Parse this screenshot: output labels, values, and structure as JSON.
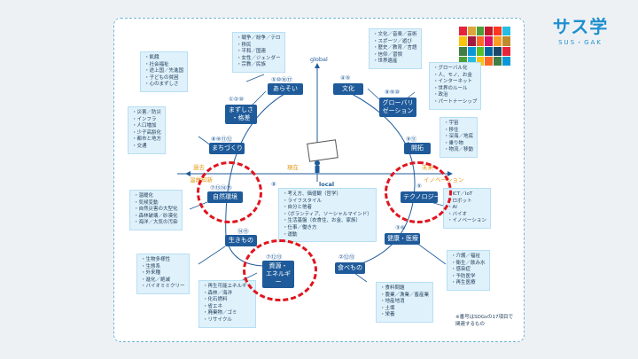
{
  "logo": {
    "main": "サス学",
    "sub": "SUS・GAK"
  },
  "sdg_colors": [
    "#e5243b",
    "#dda63a",
    "#4c9f38",
    "#c5192d",
    "#ff3a21",
    "#26bde2",
    "#fcc30b",
    "#a21942",
    "#fd6925",
    "#dd1367",
    "#fd9d24",
    "#bf8b2e",
    "#3f7e44",
    "#0a97d9",
    "#56c02b",
    "#00689d",
    "#19486a",
    "#e5243b",
    "#4c9f38",
    "#26bde2",
    "#fcc30b",
    "#fd6925",
    "#3f7e44",
    "#0a97d9"
  ],
  "axis": {
    "global": "global",
    "local": "local",
    "past": "過去",
    "present": "現在",
    "future": "未来",
    "knowledge": "温故知新",
    "innovation": "イノベーション"
  },
  "nodes": {
    "arasoi": {
      "label": "あらそい",
      "nums": "⑤⑩⑯⑰"
    },
    "bunka": {
      "label": "文化",
      "nums": "④⑤"
    },
    "mazushisa": {
      "label": "まずしさ\n・格差",
      "nums": "①②⑩"
    },
    "global": {
      "label": "グローバリ\nゼーション",
      "nums": "⑧⑨⑩"
    },
    "machi": {
      "label": "まちづくり",
      "nums": "⑧⑨⑪⑫"
    },
    "kaitaku": {
      "label": "開拓",
      "nums": "⑨⑪"
    },
    "shizen": {
      "label": "自然環境",
      "nums": "⑦⑬⑭⑮"
    },
    "tech": {
      "label": "テクノロジー",
      "nums": "⑨"
    },
    "ikimono": {
      "label": "生きもの",
      "nums": "⑭⑮"
    },
    "kenko": {
      "label": "健康・医療",
      "nums": "③⑥"
    },
    "shigen": {
      "label": "資源・\nエネルギー",
      "nums": "⑦⑫⑬"
    },
    "tabemono": {
      "label": "食べもの",
      "nums": "②⑫⑬"
    },
    "center": {
      "nums": "⑧"
    }
  },
  "boxes": {
    "war": [
      "戦争／紛争／テロ",
      "移民",
      "平和／国連",
      "女性／ジェンダー",
      "宗教／民族"
    ],
    "culture": [
      "文化／音楽／芸術",
      "スポーツ／遊び",
      "歴史／教育／言語",
      "信仰／習慣",
      "世界遺産"
    ],
    "poverty": [
      "飢餓",
      "社会福祉",
      "途上国／先進国",
      "子どもの貧困",
      "心のまずしさ"
    ],
    "globalization": [
      "グローバル化",
      "人、モノ、お金",
      "インターネット",
      "世界のルール",
      "政治",
      "パートナーシップ"
    ],
    "town": [
      "災害／防災",
      "インフラ",
      "人口増加",
      "少子高齢化",
      "都市と地方",
      "交通"
    ],
    "frontier": [
      "宇宙",
      "移住",
      "深海／地底",
      "乗り物",
      "物流／移動"
    ],
    "nature": [
      "温暖化",
      "気候変動",
      "自然災害の大型化",
      "森林破壊／砂漠化",
      "海洋／大気の汚染"
    ],
    "tech": [
      "ICT／IoT",
      "ロボット",
      "AI",
      "バイオ",
      "イノベーション"
    ],
    "center": [
      "考え方、価値観（哲学）",
      "ライフスタイル",
      "自分と他者",
      "（ボランティア、ソーシャルマインド）",
      "生活基盤（衣食住、お金、家族）",
      "仕事／働き方",
      "運動"
    ],
    "life": [
      "生物多様性",
      "生態系",
      "外来種",
      "進化／絶滅",
      "バイオミミクリー"
    ],
    "health": [
      "介護／福祉",
      "衛生／飲み水",
      "感染症",
      "予防医学",
      "再生医療"
    ],
    "energy": [
      "再生可能エネルギー",
      "森林／海洋",
      "化石燃料",
      "省エネ",
      "廃棄物／ゴミ",
      "リサイクル"
    ],
    "food": [
      "食料問題",
      "農業／漁業／畜産業",
      "地産地消",
      "土壌",
      "栄養"
    ]
  },
  "note": "※番号はSDGsの17項目で\n関連するもの"
}
